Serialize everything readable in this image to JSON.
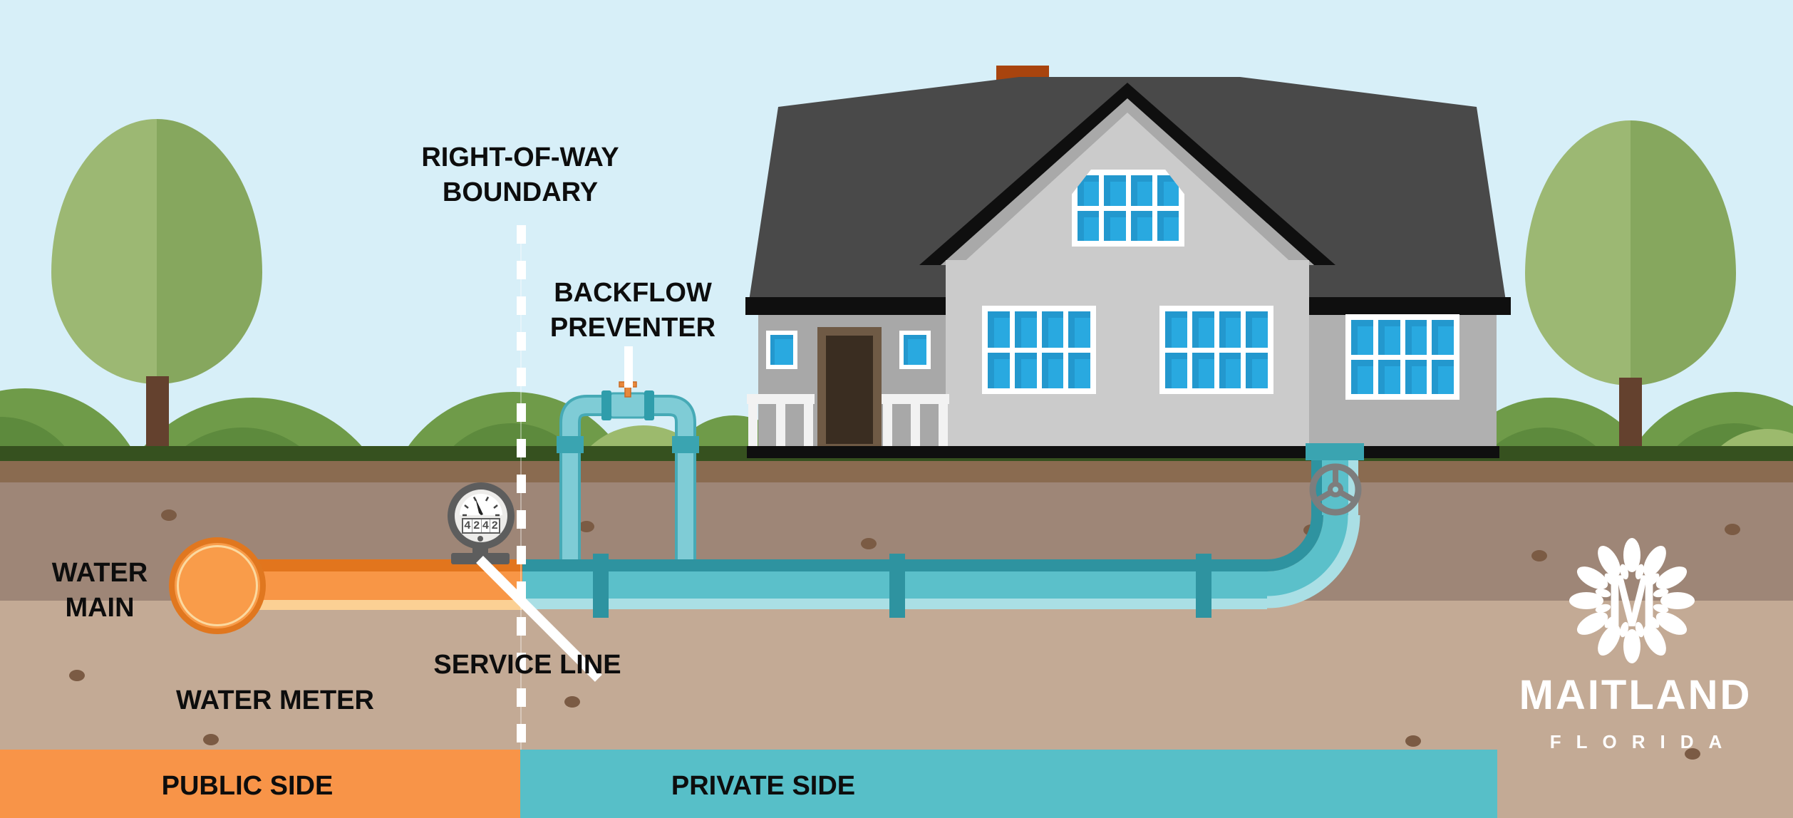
{
  "title": "Water service line right-of-way diagram",
  "labels": {
    "right_of_way_line1": "RIGHT-OF-WAY",
    "right_of_way_line2": "BOUNDARY",
    "backflow_line1": "BACKFLOW",
    "backflow_line2": "PREVENTER",
    "water_main_line1": "WATER",
    "water_main_line2": "MAIN",
    "water_meter": "WATER METER",
    "service_line": "SERVICE LINE"
  },
  "zones": {
    "public": "PUBLIC SIDE",
    "private": "PRIVATE SIDE"
  },
  "meter": {
    "digits": [
      "4",
      "2",
      "4",
      "2"
    ]
  },
  "logo": {
    "monogram": "M",
    "city": "MAITLAND",
    "state": "FLORIDA"
  },
  "colors": {
    "sky": "#D7EFF8",
    "grass": "#36511F",
    "soil_brown": "#8A6B50",
    "soil_mid": "#9E8677",
    "soil_tan": "#C3AA95",
    "public_orange": "#F89448",
    "private_teal": "#57BFC8",
    "pipe_orange": "#F89646",
    "pipe_orange_dark": "#E2751D",
    "pipe_teal": "#5BC0CA",
    "pipe_teal_dark": "#2E93A0",
    "roof_gray": "#494949",
    "wall_gray": "#CBCBCB",
    "window_blue": "#29A9E0",
    "bush_green": "#6F9B49",
    "bush_green_dark": "#5D8A3D",
    "logo_white": "#FFFFFF"
  }
}
